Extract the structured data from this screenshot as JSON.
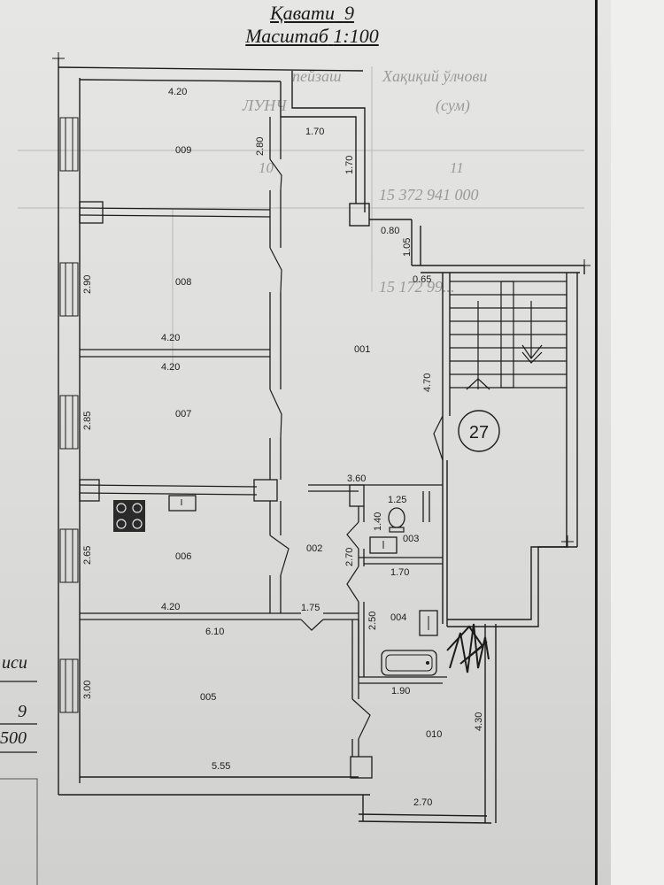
{
  "header": {
    "floor_label": "Қавати",
    "floor_value": "9",
    "scale_label": "Масштаб",
    "scale_value": "1:100"
  },
  "rooms": [
    {
      "id": "009"
    },
    {
      "id": "008"
    },
    {
      "id": "007"
    },
    {
      "id": "006"
    },
    {
      "id": "005"
    },
    {
      "id": "001"
    },
    {
      "id": "002"
    },
    {
      "id": "003"
    },
    {
      "id": "004"
    },
    {
      "id": "010"
    }
  ],
  "dimensions": [
    "4.20",
    "2.80",
    "1.70",
    "1.70",
    "0.80",
    "1.05",
    "0.65",
    "2.90",
    "4.20",
    "4.20",
    "4.70",
    "2.85",
    "3.60",
    "1.25",
    "1.40",
    "2.65",
    "2.70",
    "1.70",
    "4.20",
    "1.75",
    "6.10",
    "2.50",
    "3.00",
    "1.90",
    "4.30",
    "5.55",
    "2.70"
  ],
  "stair_number": "27",
  "left_partial": {
    "text1": "иси",
    "text2": "9",
    "text3": "500"
  },
  "background_table": {
    "h1": "пейзаш",
    "h2": "Хақиқий ўлчови",
    "h3": "ЛУНЧ",
    "h4": "(сум)",
    "c1": "10",
    "c2": "11",
    "v1": "15 372 941 000",
    "v2": "15 172 99..."
  },
  "colors": {
    "ink": "#1c1c1c",
    "paper": "#e2e2e0",
    "ghost": "#9a9a9a"
  }
}
